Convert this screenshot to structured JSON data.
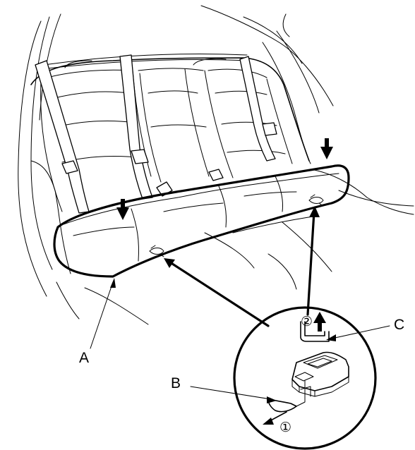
{
  "labels": {
    "a": "A",
    "b": "B",
    "c": "C"
  },
  "steps": {
    "one": "①",
    "two": "②"
  }
}
